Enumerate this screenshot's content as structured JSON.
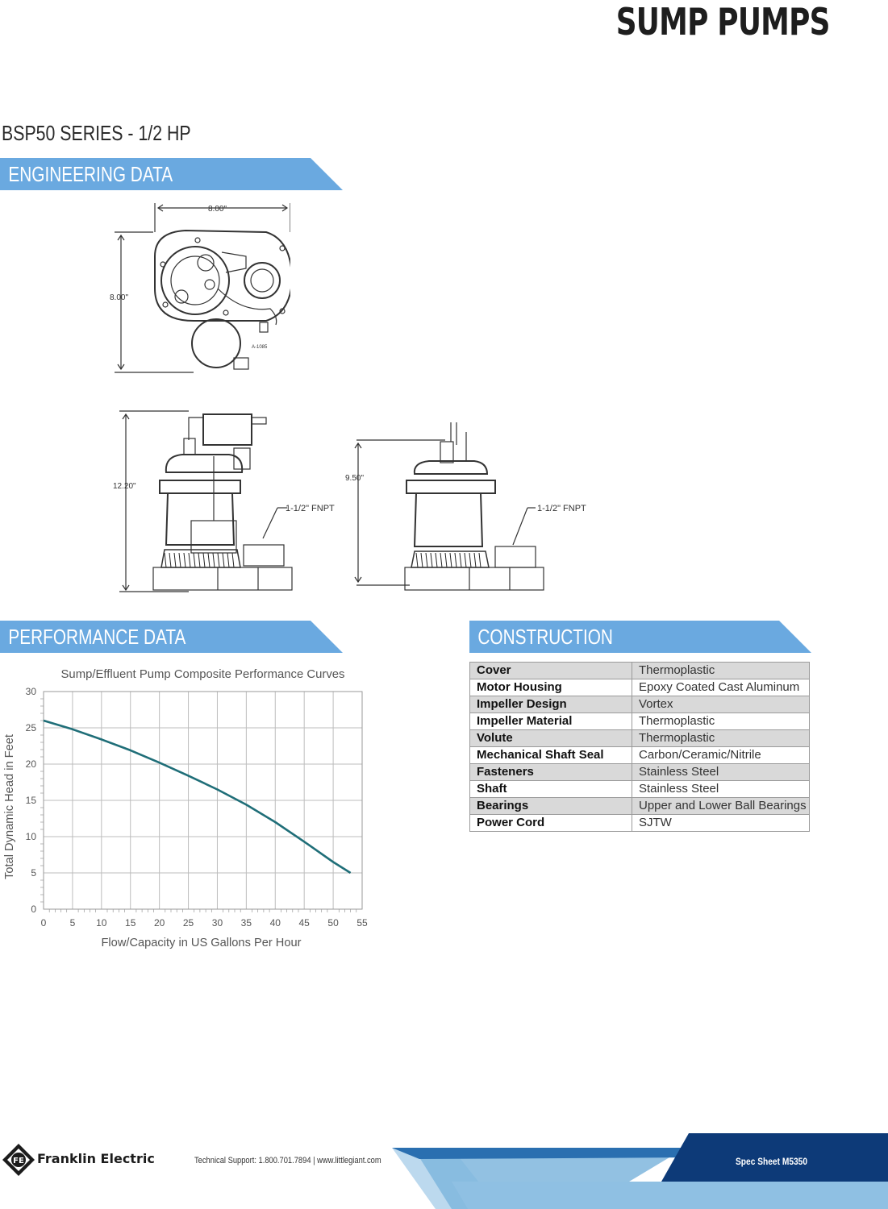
{
  "header": {
    "title": "SUMP PUMPS",
    "series": "BSP50 SERIES - 1/2 HP"
  },
  "sections": {
    "engineering": "ENGINEERING DATA",
    "performance": "PERFORMANCE DATA",
    "construction": "CONSTRUCTION"
  },
  "drawings": {
    "width_dim": "8.00\"",
    "depth_dim": "8.00\"",
    "height_dim": "12.20\"",
    "height_dim2": "9.50\"",
    "discharge_label": "1-1/2\" FNPT",
    "part_tag": "A-1085"
  },
  "chart_data": {
    "type": "line",
    "title": "Sump/Effluent Pump Composite Performance Curves",
    "xlabel": "Flow/Capacity in US Gallons Per Hour",
    "ylabel": "Total Dynamic Head in Feet",
    "xlim": [
      0,
      55
    ],
    "ylim": [
      0,
      30
    ],
    "xticks": [
      0,
      5,
      10,
      15,
      20,
      25,
      30,
      35,
      40,
      45,
      50,
      55
    ],
    "yticks": [
      0,
      5,
      10,
      15,
      20,
      25,
      30
    ],
    "grid": true,
    "series": [
      {
        "color": "#1f6e78",
        "x": [
          0,
          5,
          10,
          15,
          20,
          25,
          30,
          35,
          40,
          45,
          50,
          53
        ],
        "y": [
          26,
          24.8,
          23.4,
          21.9,
          20.2,
          18.4,
          16.5,
          14.4,
          12.0,
          9.3,
          6.5,
          5.0
        ]
      }
    ]
  },
  "construction": [
    {
      "label": "Cover",
      "value": "Thermoplastic"
    },
    {
      "label": "Motor Housing",
      "value": "Epoxy Coated Cast Aluminum"
    },
    {
      "label": "Impeller Design",
      "value": "Vortex"
    },
    {
      "label": "Impeller Material",
      "value": "Thermoplastic"
    },
    {
      "label": "Volute",
      "value": "Thermoplastic"
    },
    {
      "label": "Mechanical Shaft Seal",
      "value": "Carbon/Ceramic/Nitrile"
    },
    {
      "label": "Fasteners",
      "value": "Stainless Steel"
    },
    {
      "label": "Shaft",
      "value": "Stainless Steel"
    },
    {
      "label": "Bearings",
      "value": "Upper and Lower Ball Bearings"
    },
    {
      "label": "Power Cord",
      "value": "SJTW"
    }
  ],
  "footer": {
    "brand": "Franklin Electric",
    "support": "Technical Support: 1.800.701.7894  |  www.littlegiant.com",
    "sheet": "Spec Sheet M5350",
    "colors": {
      "dark": "#0d3a78",
      "mid": "#2a6fb0",
      "light": "#7fb6dd"
    }
  }
}
